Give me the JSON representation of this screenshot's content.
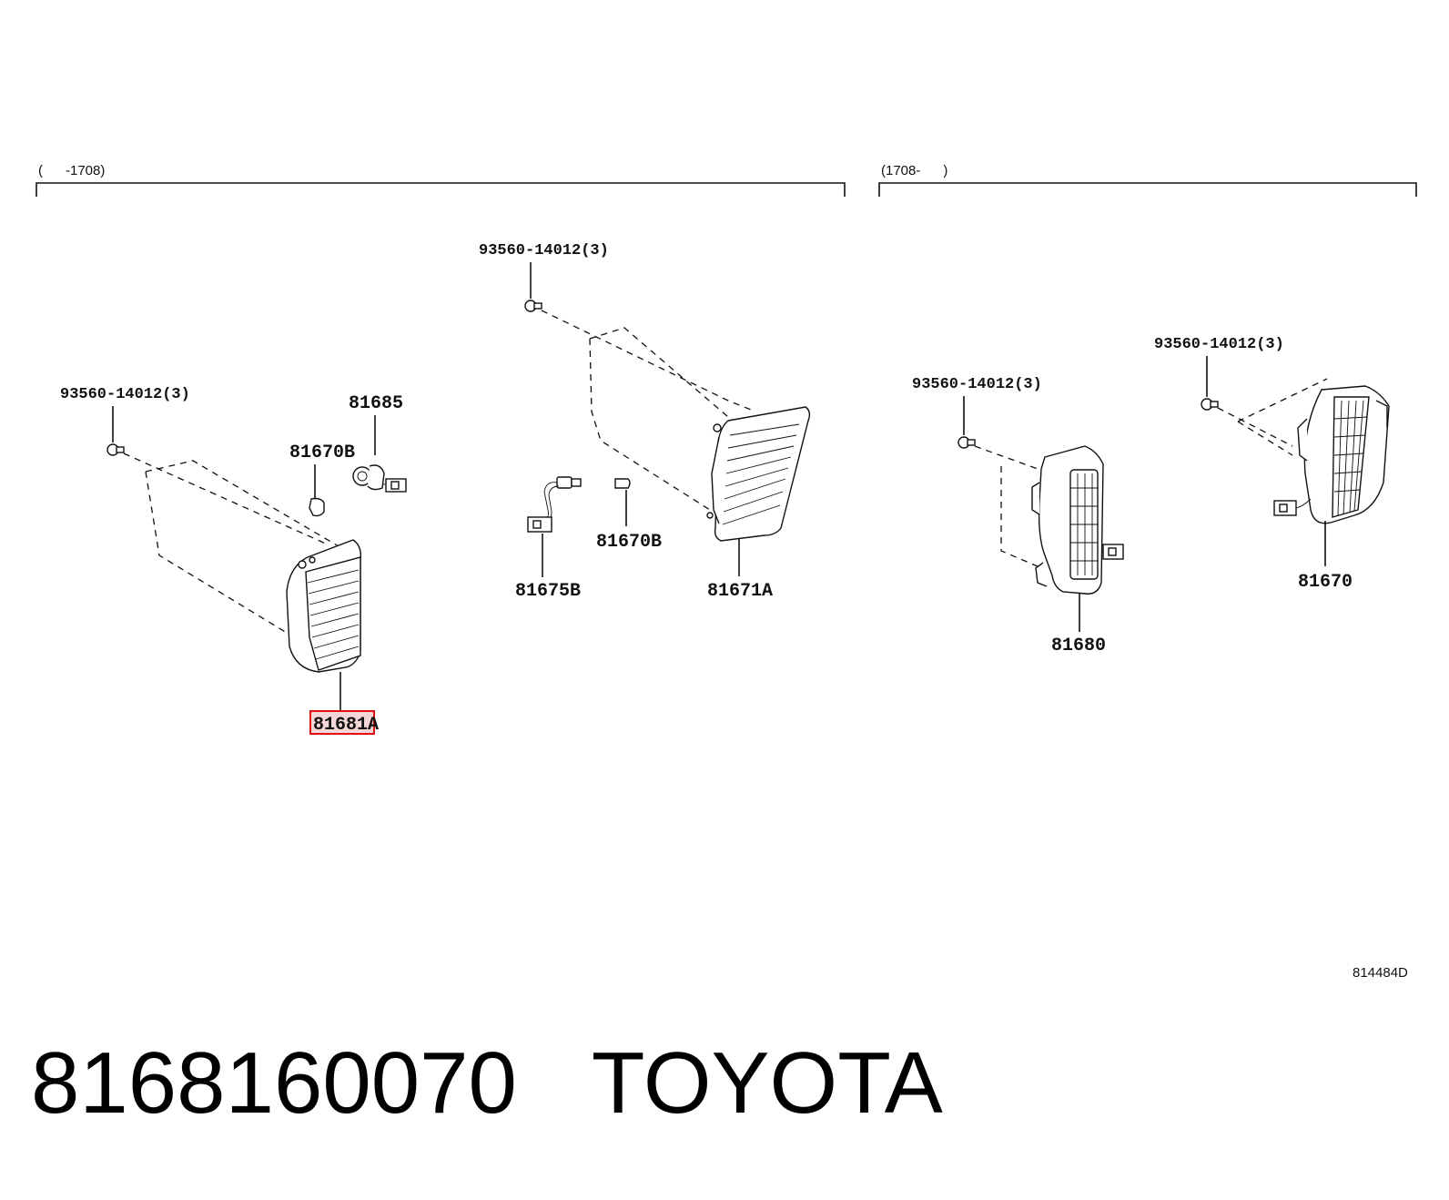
{
  "ranges": {
    "left": "(      -1708)",
    "right": "(1708-      )"
  },
  "labels": {
    "screw_top": "93560-14012(3)",
    "screw_left": "93560-14012(3)",
    "screw_mid_right": "93560-14012(3)",
    "screw_right": "93560-14012(3)",
    "p81685": "81685",
    "p81670B_left": "81670B",
    "p81670B_mid": "81670B",
    "p81675B": "81675B",
    "p81671A": "81671A",
    "p81681A": "81681A",
    "p81680": "81680",
    "p81670": "81670"
  },
  "illustration_id": "814484D",
  "footer": {
    "part_number": "8168160070",
    "brand": "TOYOTA"
  },
  "colors": {
    "highlight_border": "#dd1111",
    "line": "#111111"
  }
}
